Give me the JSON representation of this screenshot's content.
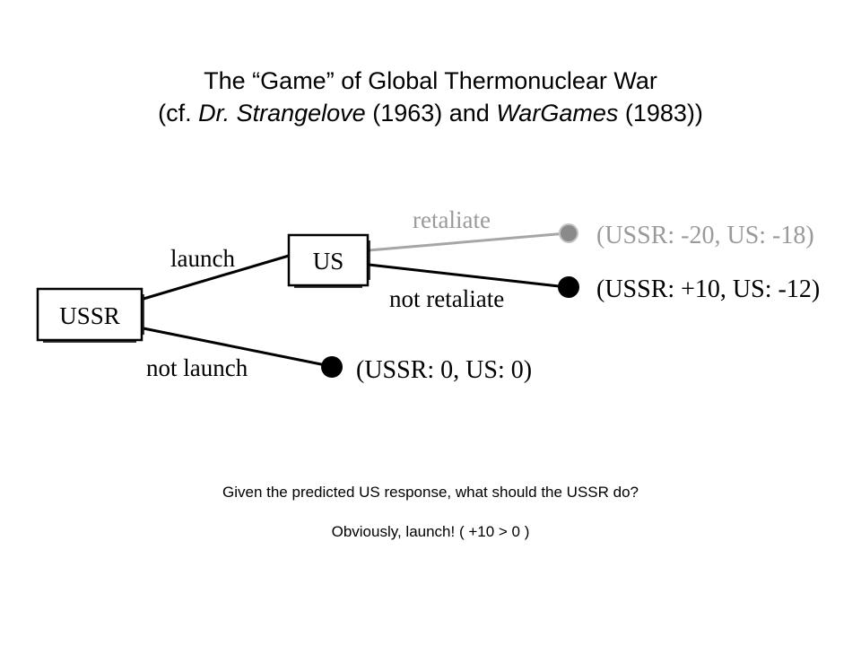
{
  "title": {
    "line1": "The “Game” of Global Thermonuclear War",
    "line2_prefix": "(cf. ",
    "line2_film1": "Dr. Strangelove",
    "line2_mid": " (1963) and ",
    "line2_film2": "WarGames",
    "line2_suffix": " (1983))"
  },
  "tree": {
    "nodes": {
      "ussr": "USSR",
      "us": "US"
    },
    "edges": {
      "launch": "launch",
      "not_launch": "not launch",
      "retaliate": "retaliate",
      "not_retaliate": "not retaliate"
    },
    "payoffs": {
      "retaliate": "(USSR: -20, US: -18)",
      "not_retaliate": "(USSR: +10, US: -12)",
      "not_launch": "(USSR: 0, US: 0)"
    },
    "colors": {
      "active": "#000000",
      "pruned": "#a6a6a6",
      "pruned_text": "#9a9a9a"
    }
  },
  "question": "Given the predicted US response, what should the USSR do?",
  "answer": "Obviously, launch! ( +10 > 0 )"
}
